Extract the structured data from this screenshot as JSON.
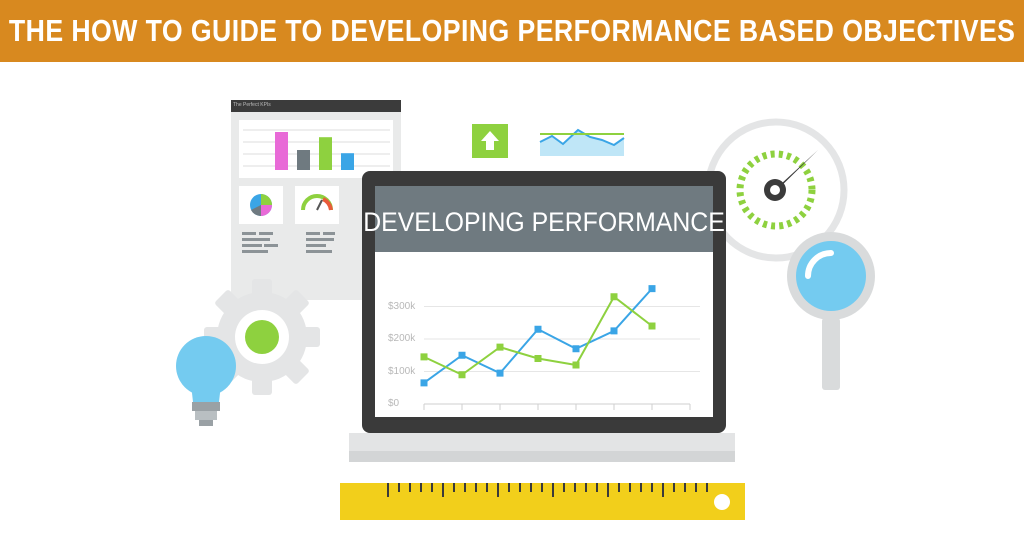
{
  "header": {
    "title": "THE HOW TO GUIDE TO DEVELOPING PERFORMANCE BASED OBJECTIVES"
  },
  "laptop": {
    "screen_title": "DEVELOPING PERFORMANCE"
  },
  "dashboard": {
    "caption": "The Perfect KPIs",
    "bars": [
      0.95,
      0.5,
      0.82,
      0.42
    ]
  },
  "colors": {
    "banner": "#d8891f",
    "blue_series": "#3aa5e6",
    "green_series": "#8ed13f",
    "laptop_frame": "#3a3a3a",
    "screen_header": "#6f7a80"
  },
  "chart_data": {
    "type": "line",
    "y_ticks": [
      "$0",
      "$100k",
      "$200k",
      "$300k"
    ],
    "ylim": [
      0,
      400
    ],
    "x": [
      1,
      2,
      3,
      4,
      5,
      6,
      7,
      8
    ],
    "series": [
      {
        "values": [
          65,
          150,
          95,
          230,
          170,
          225,
          355
        ]
      },
      {
        "values": [
          145,
          90,
          175,
          140,
          120,
          330,
          240
        ]
      }
    ]
  }
}
